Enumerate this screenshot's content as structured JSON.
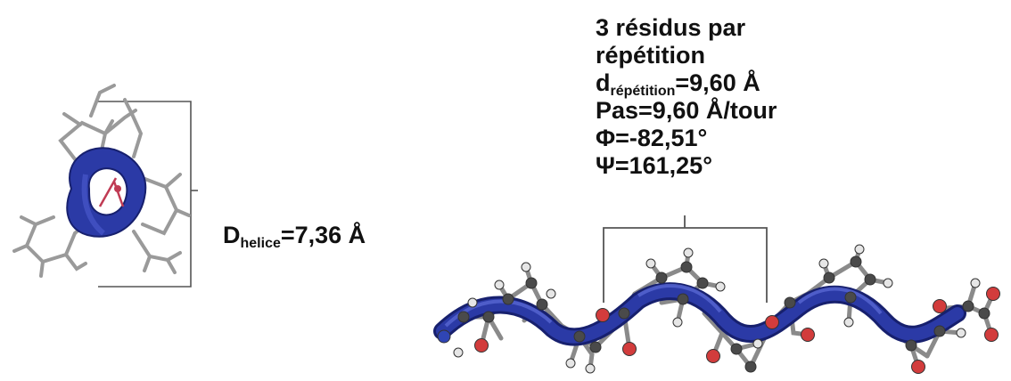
{
  "labels": {
    "residues_line1": "3 résidus par",
    "residues_line2": "répétition",
    "d_symbol": "d",
    "d_subscript": "répétition",
    "d_value": "=9,60 Å",
    "pitch": "Pas=9,60 Å/tour",
    "phi": "Φ=-82,51°",
    "psi": "Ψ=161,25°",
    "helix_symbol": "D",
    "helix_subscript": "helice",
    "helix_value": "=7,36 Å"
  },
  "colors": {
    "ribbon": "#2b3aa6",
    "ribbon_dark": "#17206e",
    "bond": "#8a8a8a",
    "carbon": "#4a4a4a",
    "oxygen": "#d23c3c",
    "hydrogen": "#e6e6e6",
    "nitrogen": "#2f45b5",
    "bracket": "#555555"
  }
}
